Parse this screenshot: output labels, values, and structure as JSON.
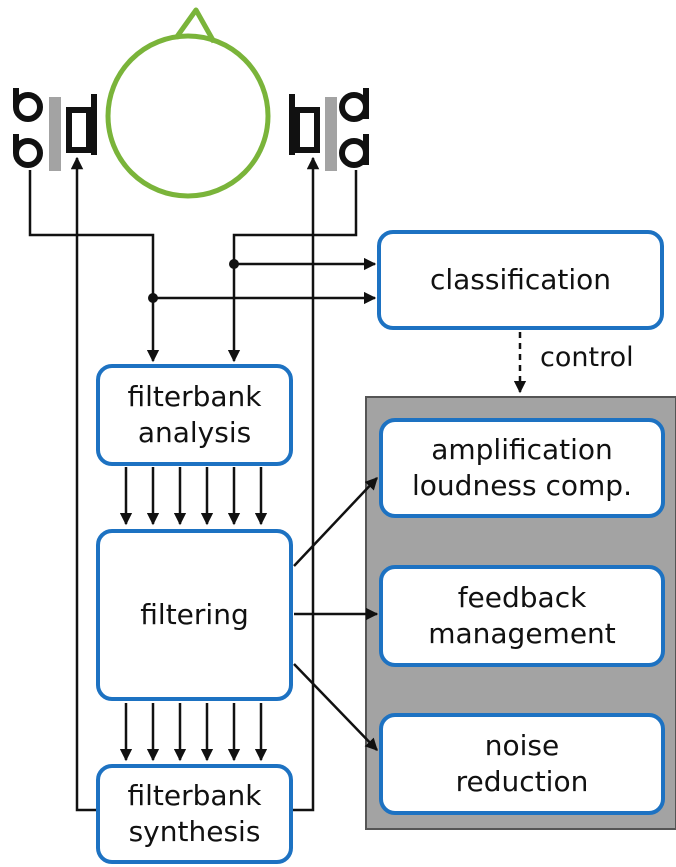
{
  "colors": {
    "box_border": "#1d72c2",
    "head": "#7ab43a",
    "panel": "#a3a3a3",
    "line": "#111111"
  },
  "icons": {
    "head": "head-icon",
    "left_microphones": "microphone-icon",
    "right_microphones": "microphone-icon",
    "left_receiver": "receiver-icon",
    "right_receiver": "receiver-icon"
  },
  "boxes": {
    "classification": {
      "lines": [
        "classification"
      ]
    },
    "filterbank_analysis": {
      "lines": [
        "filterbank",
        "analysis"
      ]
    },
    "filtering": {
      "lines": [
        "filtering"
      ]
    },
    "filterbank_synthesis": {
      "lines": [
        "filterbank",
        "synthesis"
      ]
    },
    "amplification": {
      "lines": [
        "amplification",
        "loudness comp."
      ]
    },
    "feedback": {
      "lines": [
        "feedback",
        "management"
      ]
    },
    "noise": {
      "lines": [
        "noise",
        "reduction"
      ]
    }
  },
  "labels": {
    "control": "control"
  }
}
